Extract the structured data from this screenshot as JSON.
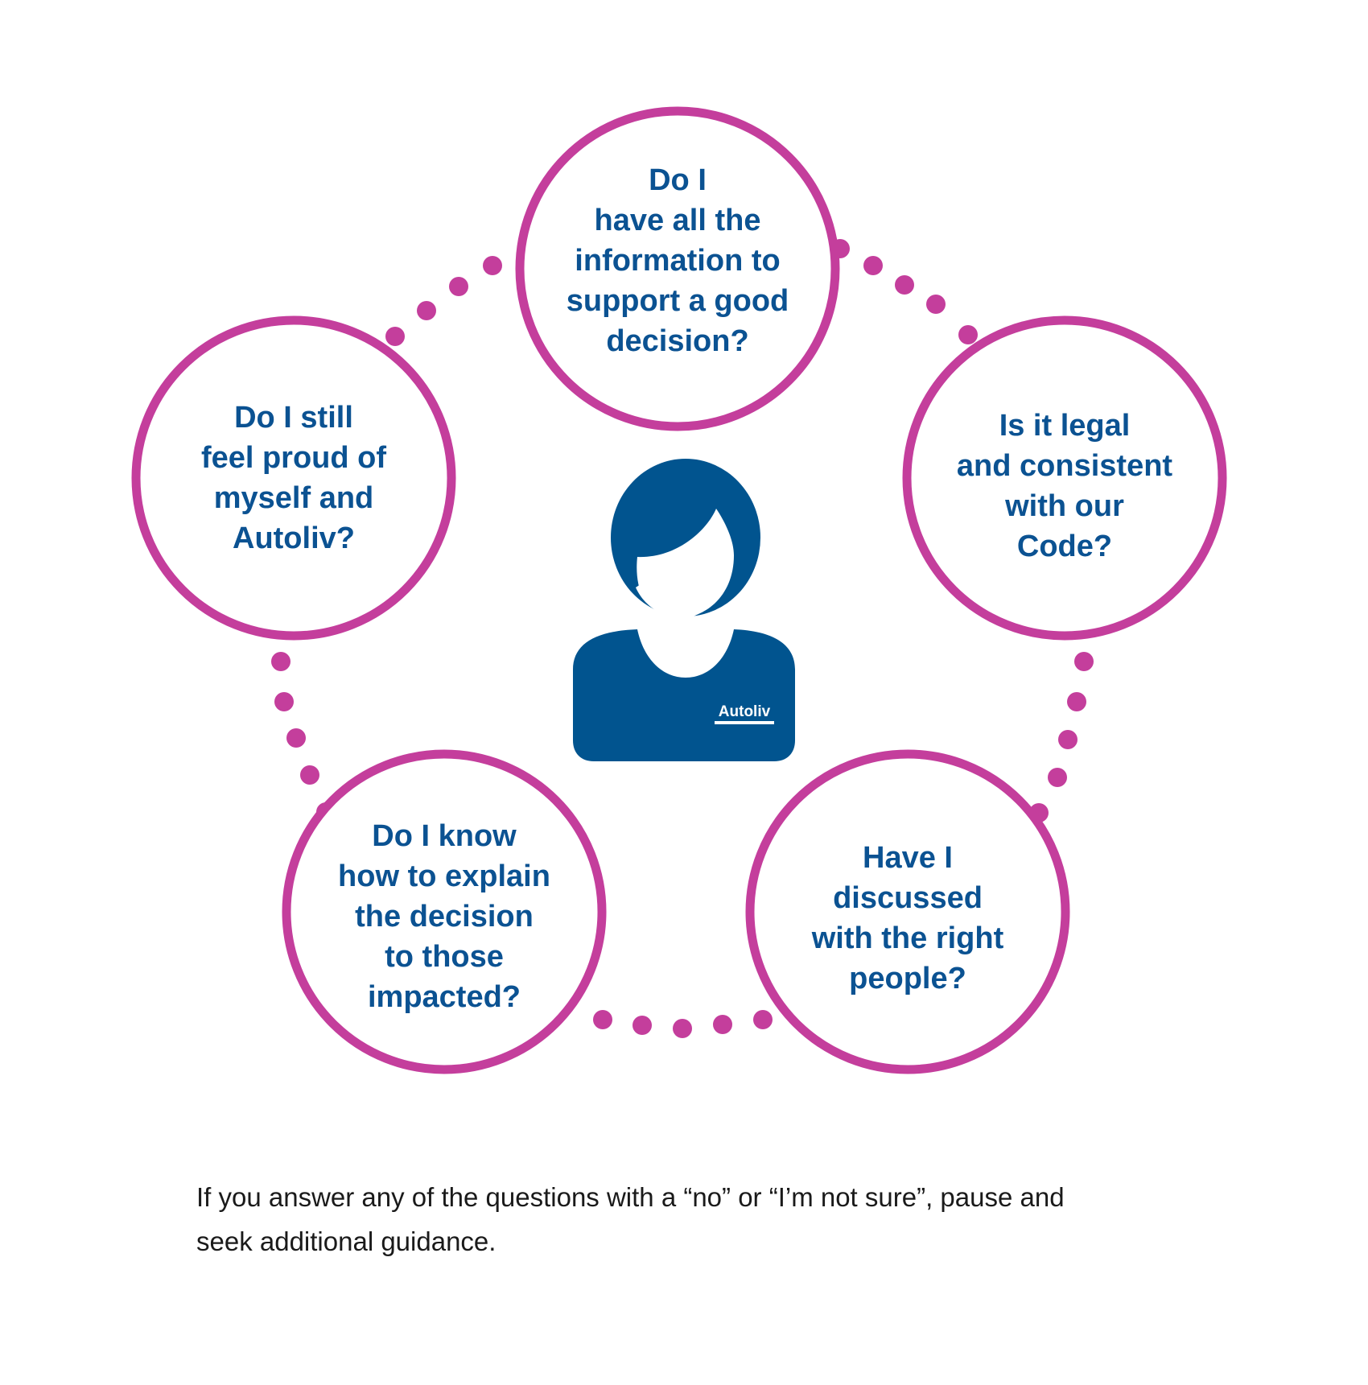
{
  "colors": {
    "accent": "#C43E9C",
    "text": "#0B5292",
    "figure": "#01548F",
    "footer": "#1a1a1a"
  },
  "center": {
    "icon": "person-icon",
    "badge": "Autoliv"
  },
  "questions": [
    {
      "id": "top",
      "lines": [
        "Do I",
        "have all the",
        "information to",
        "support a good",
        "decision?"
      ]
    },
    {
      "id": "right",
      "lines": [
        "Is it legal",
        "and consistent",
        "with our",
        "Code?"
      ]
    },
    {
      "id": "bottom-right",
      "lines": [
        "Have I",
        "discussed",
        "with the right",
        "people?"
      ]
    },
    {
      "id": "bottom-left",
      "lines": [
        "Do I know",
        "how to explain",
        "the decision",
        "to those",
        "impacted?"
      ]
    },
    {
      "id": "left",
      "lines": [
        "Do I still",
        "feel proud of",
        "myself and",
        "Autoliv?"
      ]
    }
  ],
  "footer": {
    "line1": "If you answer any of the questions with a “no” or “I’m not sure”, pause and",
    "line2": "seek additional guidance."
  }
}
